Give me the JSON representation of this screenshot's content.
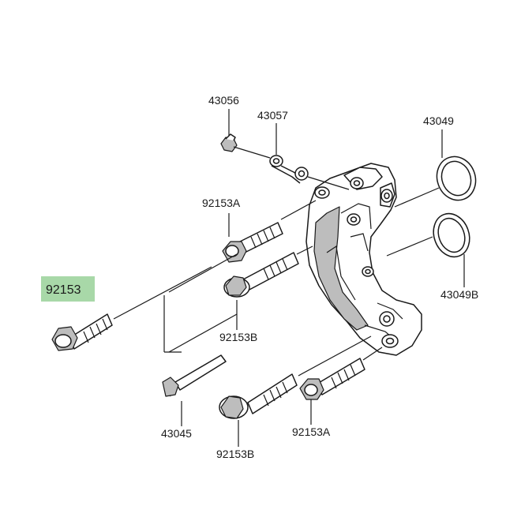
{
  "highlight_color": "#a8d8a8",
  "labels": {
    "p43056": "43056",
    "p43057": "43057",
    "p43049": "43049",
    "p43049b": "43049B",
    "p92153a_top": "92153A",
    "p92153": "92153",
    "p92153b_mid": "92153B",
    "p43045": "43045",
    "p92153b_bottom": "92153B",
    "p92153a_bottom": "92153A"
  }
}
